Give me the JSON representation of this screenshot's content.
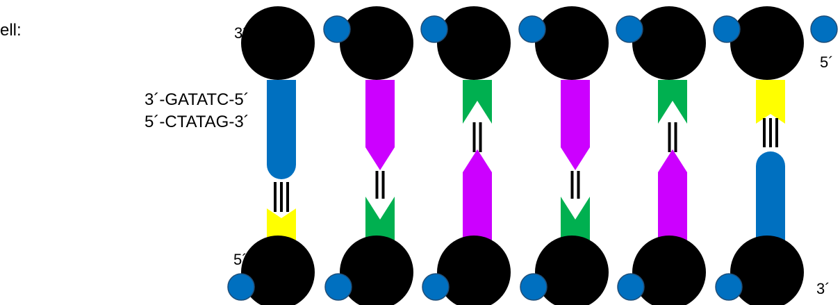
{
  "heading": "ell:",
  "sequences": {
    "top": "3´-GATATC-5´",
    "bottom": "5´-CTATAG-3´"
  },
  "strand_labels": {
    "top_left": "3´",
    "top_right": "5´",
    "bottom_left": "5´",
    "bottom_right": "3´"
  },
  "colors": {
    "sugar": "#000000",
    "phosphate": "#0070C0",
    "G": "#0070C0",
    "C": "#FFFF00",
    "A": "#CC00FF",
    "T": "#00B050",
    "bond": "#000000"
  },
  "top_strand_bases": [
    "G",
    "A",
    "T",
    "A",
    "T",
    "C"
  ],
  "bottom_strand_bases": [
    "C",
    "T",
    "A",
    "T",
    "A",
    "G"
  ],
  "hydrogen_bonds": [
    3,
    2,
    2,
    2,
    2,
    3
  ]
}
